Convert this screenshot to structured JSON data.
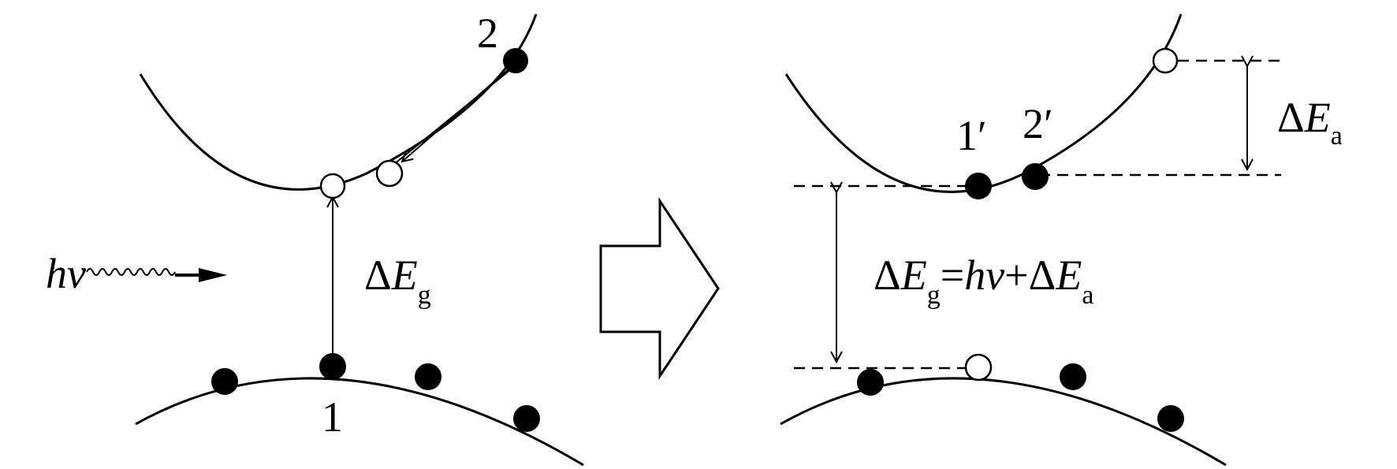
{
  "labels": {
    "state_1": "1",
    "state_2": "2",
    "state_1p": "1′",
    "state_2p": "2′",
    "photon": "hν",
    "gap_left": {
      "delta": "Δ",
      "symbol": "E",
      "sub": "g"
    },
    "activation": {
      "delta": "Δ",
      "symbol": "E",
      "sub": "a"
    },
    "relation": {
      "delta1": "Δ",
      "symbol1": "E",
      "sub1": "g",
      "eq": "=",
      "photon": "hν",
      "plus": "+",
      "delta2": "Δ",
      "symbol2": "E",
      "sub2": "a"
    }
  }
}
